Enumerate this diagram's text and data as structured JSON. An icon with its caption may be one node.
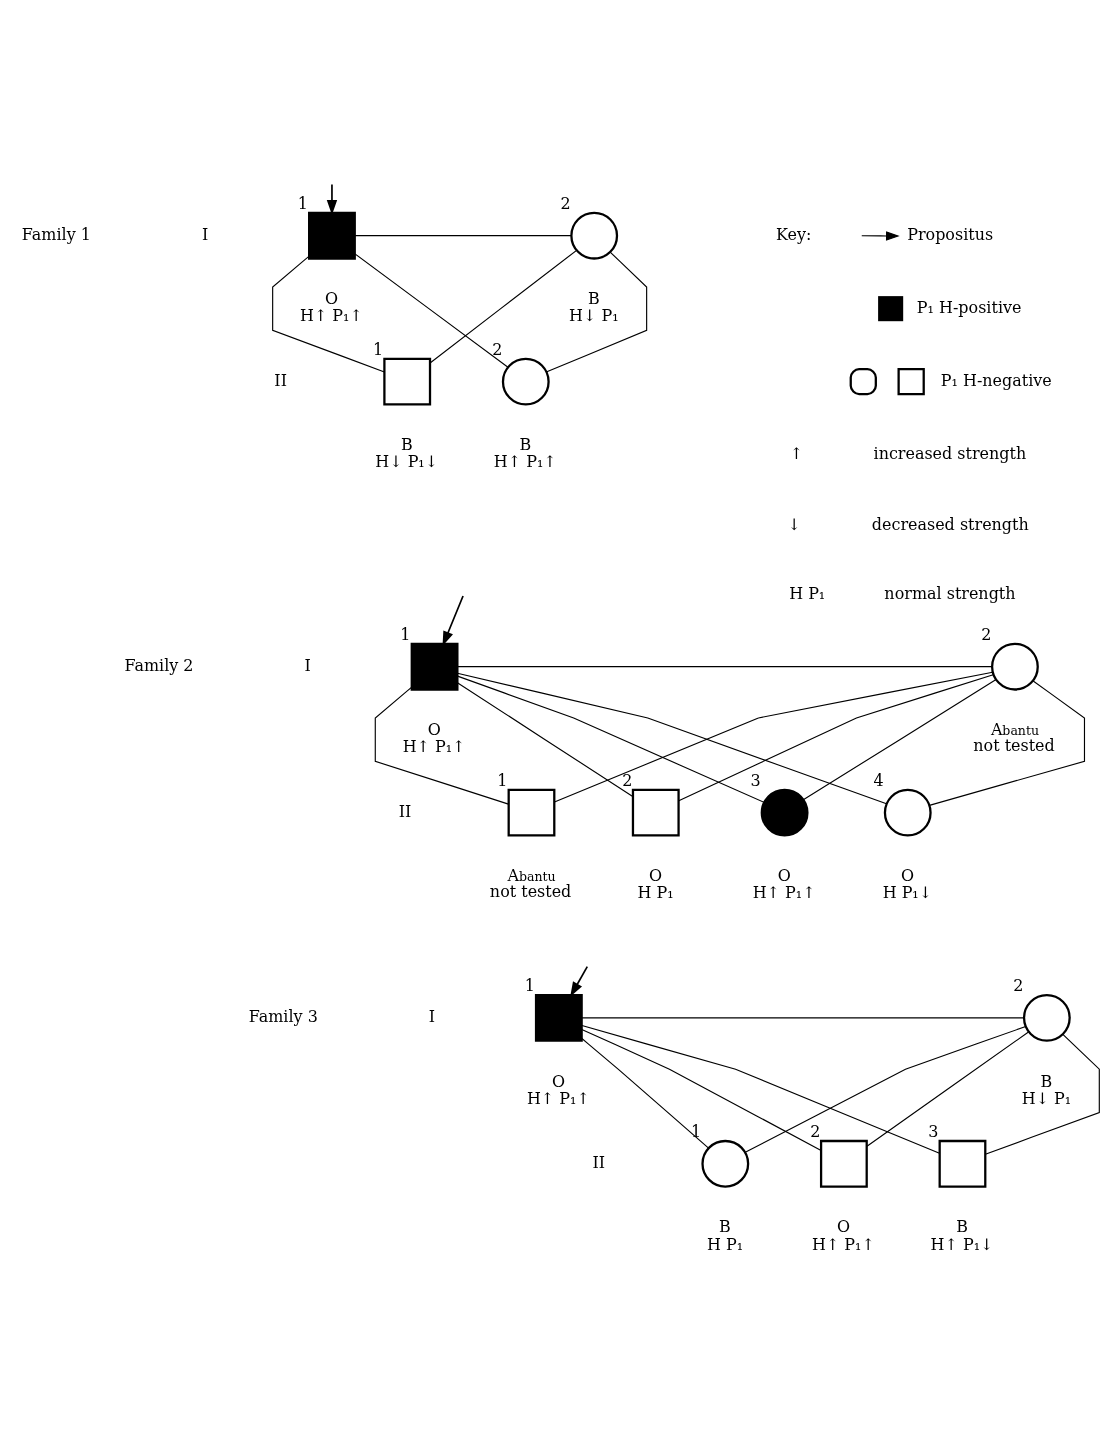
{
  "diagram": {
    "nodes": [
      {
        "text": [],
        "shape": "box",
        "beside": [
          "1",
          "O",
          "H↑ P₁↑"
        ]
      },
      {
        "text": [],
        "shape": "circle",
        "beside": [
          "2",
          "B",
          "H↓ P₁"
        ]
      },
      {
        "text": [],
        "shape": "box",
        "beside": [
          "1",
          "B",
          "H↓ P₁↓"
        ]
      },
      {
        "text": [],
        "shape": "circle",
        "beside": [
          "2",
          "B",
          "H↑ P₁↑"
        ]
      },
      {
        "text": [],
        "shape": "box",
        "beside": [
          "1",
          "O",
          "H↑ P₁↑"
        ]
      },
      {
        "text": [],
        "shape": "circle",
        "beside": [
          "2",
          "A$_{bantu}$",
          "not tested"
        ]
      },
      {
        "text": [],
        "shape": "box",
        "beside": [
          "1",
          "A$_{bantu}$",
          "not tested"
        ]
      },
      {
        "text": [],
        "shape": "box",
        "beside": [
          "2",
          "O",
          "H P₁"
        ]
      },
      {
        "text": [],
        "shape": "circle",
        "beside": [
          "3",
          "O",
          "H↑ P₁↑"
        ]
      },
      {
        "text": [],
        "shape": "circle",
        "beside": [
          "4",
          "O",
          "H P₁↓"
        ]
      },
      {
        "text": [],
        "shape": "box",
        "beside": [
          "1",
          "O",
          "H↑ P₁↑"
        ]
      },
      {
        "text": [],
        "shape": "circle",
        "beside": [
          "2",
          "B",
          "H↓ P₁"
        ]
      },
      {
        "text": [],
        "shape": "circle",
        "beside": [
          "1",
          "B",
          "H P₁"
        ]
      },
      {
        "text": [],
        "shape": "box",
        "beside": [
          "2",
          "O",
          "H↑ P₁↑"
        ]
      },
      {
        "text": [],
        "shape": "box",
        "beside": [
          "3",
          "B",
          "H↑ P₁↓"
        ]
      }
    ],
    "edges": [
      {
        "from": null,
        "to": 0,
        "arrow": "to"
      },
      {
        "from": 0,
        "to": 1,
        "arrow": "none"
      },
      {
        "from": 0,
        "to": 2,
        "arrow": "none"
      },
      {
        "from": 0,
        "to": 3,
        "arrow": "none"
      },
      {
        "from": 1,
        "to": 2,
        "arrow": "none"
      },
      {
        "from": 1,
        "to": 3,
        "arrow": "none"
      },
      {
        "from": null,
        "to": 4,
        "arrow": "to"
      },
      {
        "from": 4,
        "to": 5,
        "arrow": "none"
      },
      {
        "from": 4,
        "to": 6,
        "arrow": "none"
      },
      {
        "from": 4,
        "to": 7,
        "arrow": "none"
      },
      {
        "from": 4,
        "to": 8,
        "arrow": "none"
      },
      {
        "from": 4,
        "to": 9,
        "arrow": "none"
      },
      {
        "from": 5,
        "to": 6,
        "arrow": "none"
      },
      {
        "from": 5,
        "to": 7,
        "arrow": "none"
      },
      {
        "from": 5,
        "to": 8,
        "arrow": "none"
      },
      {
        "from": 5,
        "to": 9,
        "arrow": "none"
      },
      {
        "from": null,
        "to": 10,
        "arrow": "to"
      },
      {
        "from": 10,
        "to": 11,
        "arrow": "none"
      },
      {
        "from": 10,
        "to": 12,
        "arrow": "none"
      },
      {
        "from": 10,
        "to": 13,
        "arrow": "none"
      },
      {
        "from": 10,
        "to": 14,
        "arrow": "none"
      },
      {
        "from": 11,
        "to": 12,
        "arrow": "none"
      },
      {
        "from": 11,
        "to": 13,
        "arrow": "none"
      },
      {
        "from": 11,
        "to": 14,
        "arrow": "none"
      }
    ],
    "labels": [
      "Family 1",
      "I",
      "II",
      "Family 2",
      "I",
      "II",
      "Family 3",
      "I",
      "II",
      "Key:",
      "↑",
      "↓",
      "H P₁"
    ],
    "legend": [
      {
        "text": "Propositus"
      },
      {
        "text": "P₁ H-positive",
        "color": "#000000"
      },
      {
        "text": "P₁ H-negative"
      },
      {
        "text": "increased strength"
      },
      {
        "text": "decreased strength"
      },
      {
        "text": "normal strength"
      }
    ]
  }
}
